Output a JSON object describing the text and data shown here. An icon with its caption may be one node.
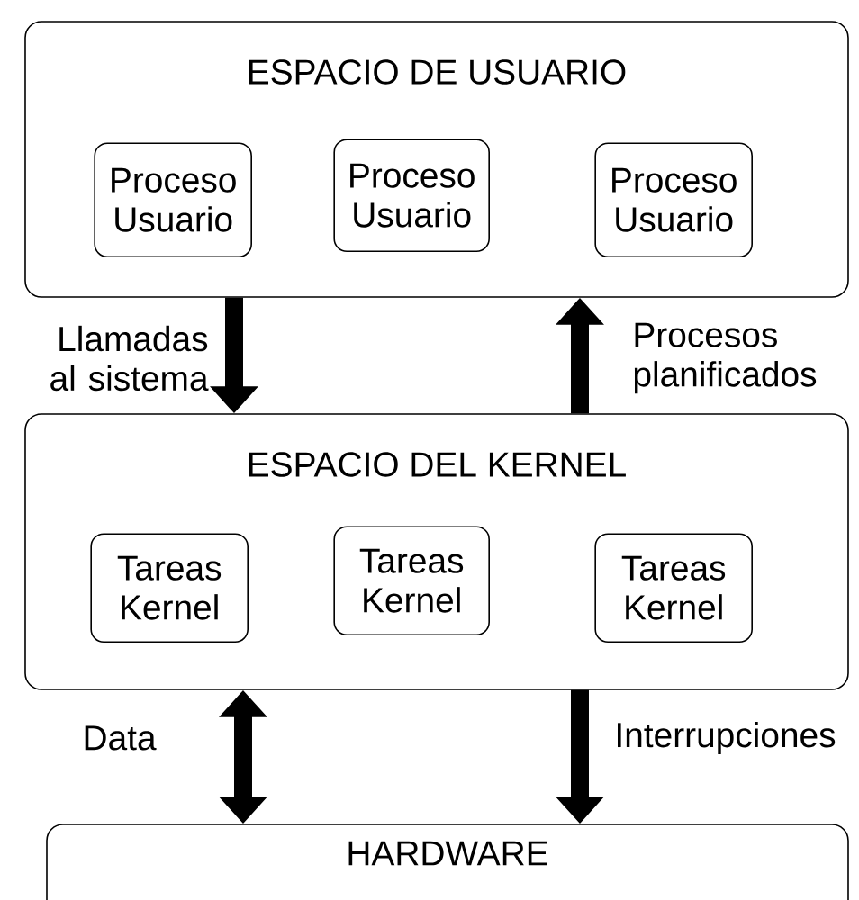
{
  "diagram": {
    "nodes": [
      {
        "text": [
          "ESPACIO DE USUARIO"
        ]
      },
      {
        "text": [
          "Proceso Usuario"
        ],
        "in": 0
      },
      {
        "text": [
          "Proceso Usuario"
        ],
        "in": 0
      },
      {
        "text": [
          "Proceso Usuario"
        ],
        "in": 0
      },
      {
        "text": [
          "ESPACIO DEL KERNEL"
        ]
      },
      {
        "text": [
          "Tareas Kernel"
        ],
        "in": 4
      },
      {
        "text": [
          "Tareas Kernel"
        ],
        "in": 4
      },
      {
        "text": [
          "Tareas Kernel"
        ],
        "in": 4
      },
      {
        "text": [
          "HARDWARE"
        ]
      }
    ],
    "edges": [
      {
        "from": 0,
        "to": 4,
        "arrow": "to",
        "label": "Llamadas al sistema"
      },
      {
        "from": 4,
        "to": 0,
        "arrow": "to",
        "label": "Procesos planificados"
      },
      {
        "from": 4,
        "to": 8,
        "arrow": "both",
        "label": "Data"
      },
      {
        "from": 4,
        "to": 8,
        "arrow": "to",
        "label": "Interrupciones"
      }
    ]
  }
}
